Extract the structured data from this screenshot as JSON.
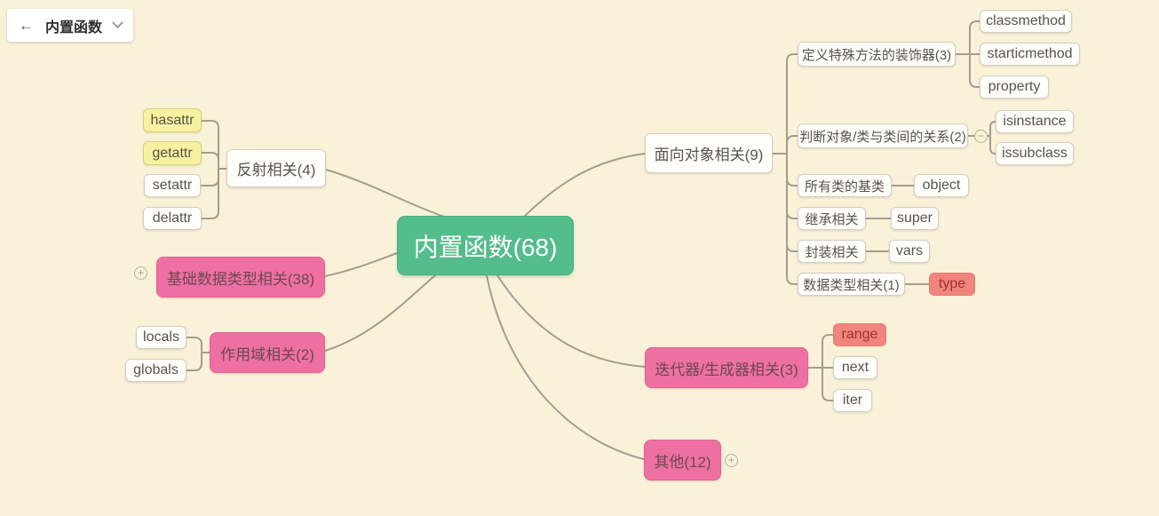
{
  "toolbar": {
    "back_icon": "←",
    "title": "内置函数"
  },
  "icons": {
    "expand": "+",
    "collapse": "−",
    "back": "left-arrow",
    "chevron": "chevron-down"
  },
  "colors": {
    "background": "#f9f2d8",
    "connector": "#a69c90",
    "green": "#53bd8b",
    "pink": "#ee70a2",
    "salmon": "#f1847c",
    "yellow": "#f6f2a0"
  },
  "mindmap": {
    "root": "内置函数(68)",
    "reflection": {
      "label": "反射相关(4)",
      "children": {
        "hasattr": "hasattr",
        "getattr": "getattr",
        "setattr": "setattr",
        "delattr": "delattr"
      }
    },
    "basic_types": {
      "label": "基础数据类型相关(38)"
    },
    "scope": {
      "label": "作用域相关(2)",
      "children": {
        "locals": "locals",
        "globals": "globals"
      }
    },
    "oop": {
      "label": "面向对象相关(9)",
      "children": {
        "decorators": {
          "label": "定义特殊方法的装饰器(3)",
          "children": {
            "classmethod": "classmethod",
            "starticmethod": "starticmethod",
            "property": "property"
          }
        },
        "relations": {
          "label": "判断对象/类与类间的关系(2)",
          "children": {
            "isinstance": "isinstance",
            "issubclass": "issubclass"
          }
        },
        "base_class": {
          "label": "所有类的基类",
          "children": {
            "object": "object"
          }
        },
        "inherit": {
          "label": "继承相关",
          "children": {
            "super": "super"
          }
        },
        "encapsulation": {
          "label": "封装相关",
          "children": {
            "vars": "vars"
          }
        },
        "data_type": {
          "label": "数据类型相关(1)",
          "children": {
            "type": "type"
          }
        }
      }
    },
    "iterators": {
      "label": "迭代器/生成器相关(3)",
      "children": {
        "range": "range",
        "next": "next",
        "iter": "iter"
      }
    },
    "others": {
      "label": "其他(12)"
    }
  }
}
